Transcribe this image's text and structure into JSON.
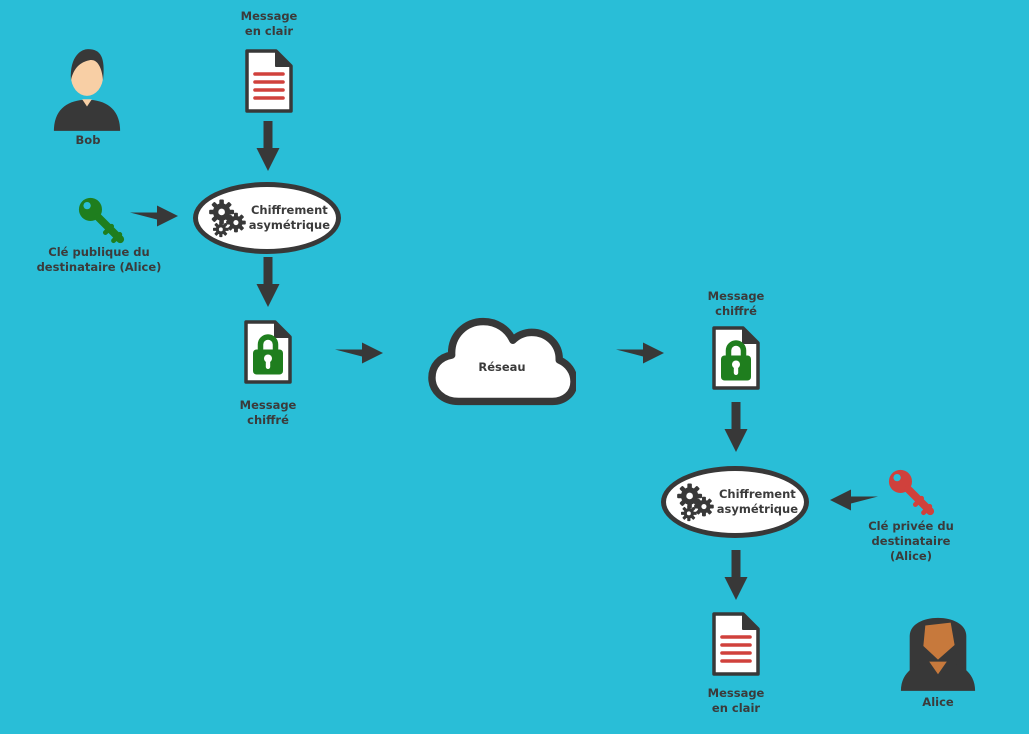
{
  "diagram": {
    "type": "flow-diagram",
    "topic": "asymmetric-encryption-message-exchange",
    "colors": {
      "background": "#29bed7",
      "dark": "#383838",
      "text": "#3b3b3b",
      "red": "#d0413c",
      "green": "#1f7e1e",
      "skin_bob": "#f8cfa5",
      "skin_alice": "#c7793c"
    }
  },
  "labels": {
    "bob": "Bob",
    "alice": "Alice",
    "message_clear_top": "Message\nen clair",
    "message_clear_bottom": "Message\nen clair",
    "message_encrypted_left": "Message\nchiffré",
    "message_encrypted_right": "Message\nchiffré",
    "encrypt": "Chiffrement\nasymétrique",
    "decrypt": "Chiffrement\nasymétrique",
    "public_key": "Clé publique du\ndestinataire (Alice)",
    "private_key": "Clé privée du\ndestinataire (Alice)",
    "network": "Réseau"
  }
}
